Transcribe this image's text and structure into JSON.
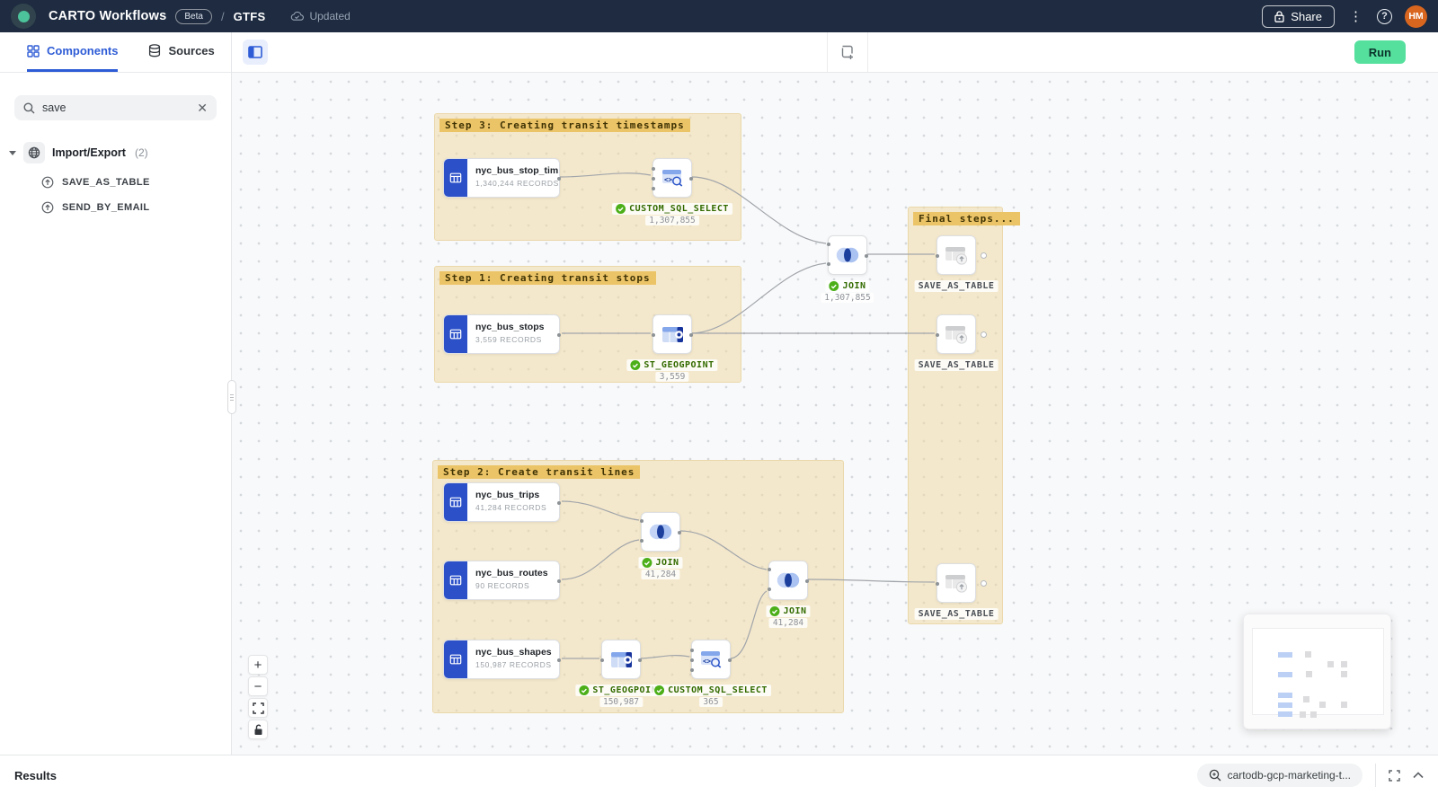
{
  "topbar": {
    "app_title": "CARTO Workflows",
    "beta_badge": "Beta",
    "crumb_sep": "/",
    "workflow_name": "GTFS",
    "updated_label": "Updated",
    "share_label": "Share",
    "avatar_initials": "HM"
  },
  "toolbar": {
    "run_label": "Run"
  },
  "sidebar": {
    "tabs": [
      {
        "label": "Components"
      },
      {
        "label": "Sources"
      }
    ],
    "search": {
      "value": "save"
    },
    "group": {
      "label": "Import/Export",
      "count": "(2)"
    },
    "items": [
      {
        "label": "SAVE_AS_TABLE"
      },
      {
        "label": "SEND_BY_EMAIL"
      }
    ]
  },
  "canvas": {
    "groups": [
      {
        "label": "Step 3: Creating transit timestamps"
      },
      {
        "label": "Step 1: Creating transit stops"
      },
      {
        "label": "Step 2: Create transit lines"
      },
      {
        "label": "Final steps..."
      }
    ],
    "sources": [
      {
        "title": "nyc_bus_stop_tim...",
        "subtitle": "1,340,244 RECORDS"
      },
      {
        "title": "nyc_bus_stops",
        "subtitle": "3,559 RECORDS"
      },
      {
        "title": "nyc_bus_trips",
        "subtitle": "41,284 RECORDS"
      },
      {
        "title": "nyc_bus_routes",
        "subtitle": "90 RECORDS"
      },
      {
        "title": "nyc_bus_shapes",
        "subtitle": "150,987 RECORDS"
      }
    ],
    "ops": [
      {
        "label": "CUSTOM_SQL_SELECT",
        "count": "1,307,855"
      },
      {
        "label": "JOIN",
        "count": "1,307,855"
      },
      {
        "label": "ST_GEOGPOINT",
        "count": "3,559"
      },
      {
        "label": "JOIN",
        "count": "41,284"
      },
      {
        "label": "JOIN",
        "count": "41,284"
      },
      {
        "label": "ST_GEOGPOINT",
        "count": "150,987"
      },
      {
        "label": "CUSTOM_SQL_SELECT",
        "count": "365"
      },
      {
        "label": "SAVE_AS_TABLE"
      },
      {
        "label": "SAVE_AS_TABLE"
      },
      {
        "label": "SAVE_AS_TABLE"
      }
    ],
    "zoom": {
      "in": "+",
      "out": "−"
    }
  },
  "statusbar": {
    "results_label": "Results",
    "connection_label": "cartodb-gcp-marketing-t..."
  },
  "colors": {
    "accent_blue": "#2b50c8",
    "run_green": "#56e09e",
    "group_tan": "#ecc468",
    "topbar_navy": "#1e2b40",
    "success_green": "#4caf19"
  }
}
